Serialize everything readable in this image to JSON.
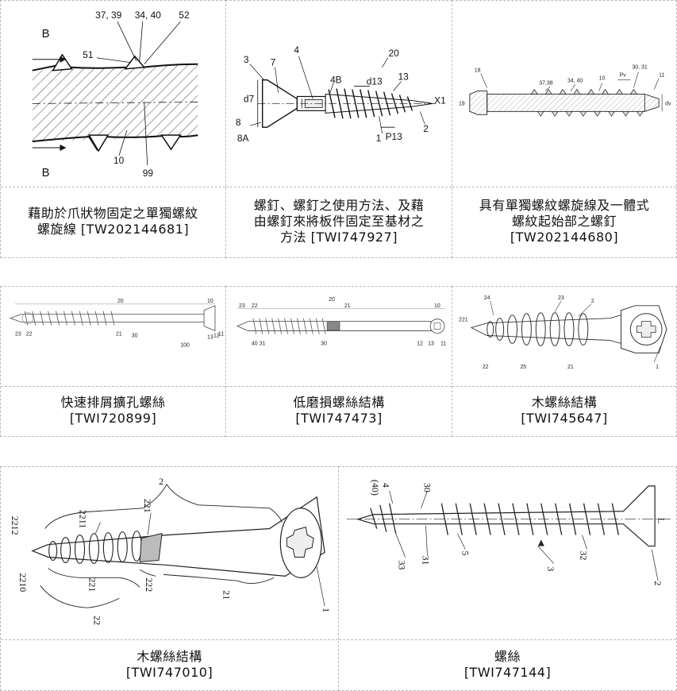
{
  "row1": [
    {
      "caption_lines": [
        "藉助於爪狀物固定之單獨螺紋",
        "螺旋線 [TW202144681]"
      ],
      "labels": [
        "B",
        "B",
        "51",
        "37, 39",
        "34, 40",
        "52",
        "10",
        "99"
      ]
    },
    {
      "caption_lines": [
        "螺釘、螺釘之使用方法、及藉",
        "由螺釘來將板件固定至基材之",
        "方法 [TWI747927]"
      ],
      "labels": [
        "3",
        "7",
        "4",
        "4B",
        "20",
        "d13",
        "13",
        "d7",
        "8",
        "8A",
        "X1",
        "2",
        "1",
        "P13"
      ]
    },
    {
      "caption_lines": [
        "具有單獨螺紋螺旋線及一體式",
        "螺紋起始部之螺釘",
        "[TW202144680]"
      ],
      "labels": [
        "18",
        "19",
        "37,38",
        "34, 40",
        "10",
        "Pv",
        "30, 31",
        "11",
        "dv"
      ]
    }
  ],
  "row2": [
    {
      "caption_lines": [
        "快速排屑擴孔螺絲",
        "[TWI720899]"
      ],
      "labels": [
        "20",
        "10",
        "22",
        "23",
        "21",
        "30",
        "11",
        "12",
        "13",
        "100"
      ]
    },
    {
      "caption_lines": [
        "低磨損螺絲結構",
        "[TWI747473]"
      ],
      "labels": [
        "23",
        "22",
        "20",
        "21",
        "10",
        "40",
        "31",
        "30",
        "12",
        "13",
        "11"
      ]
    },
    {
      "caption_lines": [
        "木螺絲結構",
        "[TWI745647]"
      ],
      "labels": [
        "24",
        "23",
        "2",
        "221",
        "22",
        "25",
        "21",
        "1"
      ]
    }
  ],
  "row3": [
    {
      "caption_lines": [
        "木螺絲結構",
        "[TWI747010]"
      ],
      "labels": [
        "2",
        "2211",
        "221",
        "2212",
        "2210",
        "221",
        "222",
        "21",
        "22",
        "1"
      ]
    },
    {
      "caption_lines": [
        "螺絲",
        "[TWI747144]"
      ],
      "labels": [
        "4",
        "(40)",
        "30",
        "33",
        "31",
        "5",
        "3",
        "32",
        "L",
        "2"
      ]
    }
  ]
}
